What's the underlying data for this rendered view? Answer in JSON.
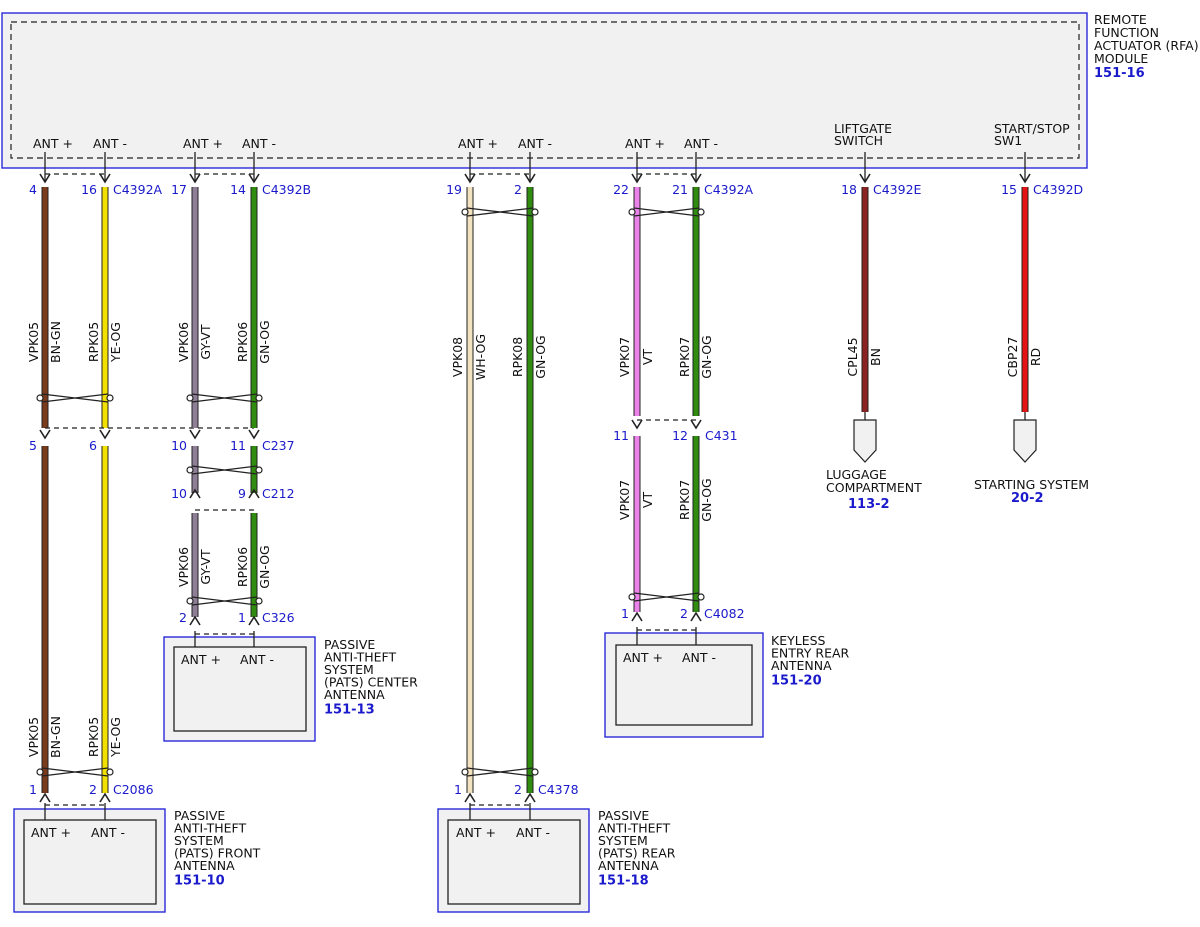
{
  "module": {
    "name_lines": [
      "REMOTE",
      "FUNCTION",
      "ACTUATOR (RFA)",
      "MODULE"
    ],
    "ref": "151-16",
    "pins": [
      {
        "label": "ANT +"
      },
      {
        "label": "ANT -"
      },
      {
        "label": "ANT +"
      },
      {
        "label": "ANT -"
      },
      {
        "label": "ANT +"
      },
      {
        "label": "ANT -"
      },
      {
        "label": "ANT +"
      },
      {
        "label": "ANT -"
      },
      {
        "label_lines": [
          "LIFTGATE",
          "SWITCH"
        ]
      },
      {
        "label_lines": [
          "START/STOP",
          "SW1"
        ]
      }
    ]
  },
  "connectors": {
    "c1": {
      "pins": [
        "4",
        "16"
      ],
      "name": "C4392A"
    },
    "c2": {
      "pins": [
        "17",
        "14"
      ],
      "name": "C4392B"
    },
    "c3": {
      "pins": [
        "19",
        "2"
      ],
      "name": ""
    },
    "c4": {
      "pins": [
        "22",
        "21"
      ],
      "name": "C4392A"
    },
    "c5": {
      "pins": [
        "18"
      ],
      "name": "C4392E"
    },
    "c6": {
      "pins": [
        "15"
      ],
      "name": "C4392D"
    },
    "c237": {
      "pins": [
        "5",
        "6",
        "10",
        "11"
      ],
      "name": "C237"
    },
    "c212": {
      "pins": [
        "10",
        "9"
      ],
      "name": "C212"
    },
    "c326": {
      "pins": [
        "2",
        "1"
      ],
      "name": "C326"
    },
    "c431": {
      "pins": [
        "11",
        "12"
      ],
      "name": "C431"
    },
    "c4082": {
      "pins": [
        "1",
        "2"
      ],
      "name": "C4082"
    },
    "c2086": {
      "pins": [
        "1",
        "2"
      ],
      "name": "C2086"
    },
    "c4378": {
      "pins": [
        "1",
        "2"
      ],
      "name": "C4378"
    }
  },
  "wires": {
    "w1": {
      "circuit": "VPK05",
      "color": "BN-GN",
      "hex": "#7a3a1c"
    },
    "w2": {
      "circuit": "RPK05",
      "color": "YE-OG",
      "hex": "#f2e000"
    },
    "w3": {
      "circuit": "VPK06",
      "color": "GY-VT",
      "hex": "#8f7f96"
    },
    "w4": {
      "circuit": "RPK06",
      "color": "GN-OG",
      "hex": "#2f8c0f"
    },
    "w5": {
      "circuit": "VPK08",
      "color": "WH-OG",
      "hex": "#f3e2c0"
    },
    "w6": {
      "circuit": "RPK08",
      "color": "GN-OG",
      "hex": "#2f8c0f"
    },
    "w7": {
      "circuit": "VPK07",
      "color": "VT",
      "hex": "#ea82ea"
    },
    "w8": {
      "circuit": "RPK07",
      "color": "GN-OG",
      "hex": "#2f8c0f"
    },
    "w9": {
      "circuit": "CPL45",
      "color": "BN",
      "hex": "#8b2323"
    },
    "w10": {
      "circuit": "CBP27",
      "color": "RD",
      "hex": "#e41414"
    }
  },
  "destinations": {
    "luggage": {
      "lines": [
        "LUGGAGE",
        "COMPARTMENT"
      ],
      "ref": "113-2"
    },
    "starting": {
      "lines": [
        "STARTING SYSTEM"
      ],
      "ref": "20-2"
    }
  },
  "antennas": {
    "center": {
      "lines": [
        "PASSIVE",
        "ANTI-THEFT",
        "SYSTEM",
        "(PATS) CENTER",
        "ANTENNA"
      ],
      "ref": "151-13",
      "pins": [
        "ANT +",
        "ANT -"
      ]
    },
    "keyless": {
      "lines": [
        "KEYLESS",
        "ENTRY REAR",
        "ANTENNA"
      ],
      "ref": "151-20",
      "pins": [
        "ANT +",
        "ANT -"
      ]
    },
    "front": {
      "lines": [
        "PASSIVE",
        "ANTI-THEFT",
        "SYSTEM",
        "(PATS) FRONT",
        "ANTENNA"
      ],
      "ref": "151-10",
      "pins": [
        "ANT +",
        "ANT -"
      ]
    },
    "rear": {
      "lines": [
        "PASSIVE",
        "ANTI-THEFT",
        "SYSTEM",
        "(PATS) REAR",
        "ANTENNA"
      ],
      "ref": "151-18",
      "pins": [
        "ANT +",
        "ANT -"
      ]
    }
  }
}
